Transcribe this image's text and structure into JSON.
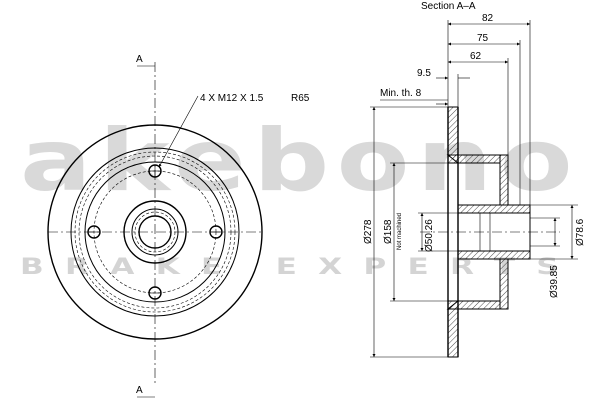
{
  "section_title": "Section A–A",
  "section_marker": "A",
  "bolt_spec": "4 X M12 X 1.5",
  "bolt_radius": "R65",
  "min_thickness": "Min. th. 8",
  "dims": {
    "d82": "82",
    "d75": "75",
    "d62": "62",
    "d9_5": "9.5",
    "dia278": "Ø278",
    "dia158": "Ø158",
    "dia50_26": "Ø50.26",
    "dia78_6": "Ø78.6",
    "dia39_85": "Ø39.85"
  },
  "not_machined": "Not machined",
  "watermark": {
    "logo": "akebono",
    "tagline": "BRAKE EXPERTS",
    "color": "#d9d9d9"
  }
}
